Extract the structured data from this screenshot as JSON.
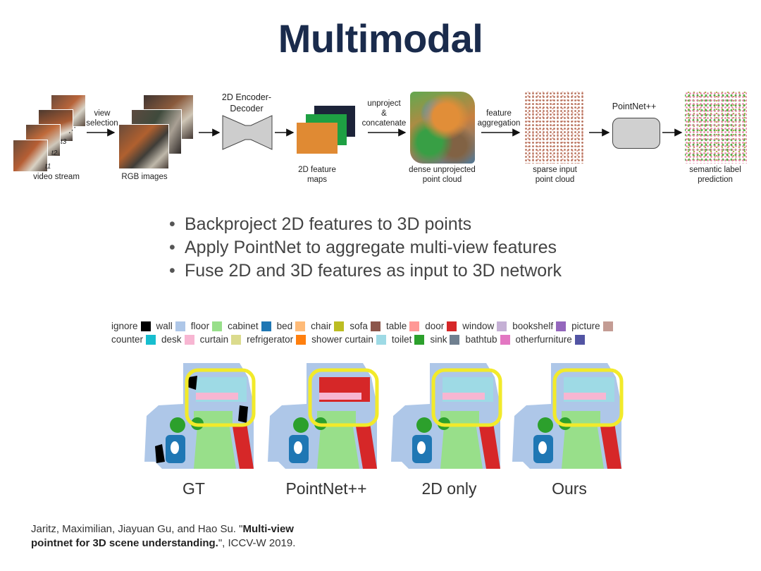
{
  "slide": {
    "title": "Multimodal"
  },
  "pipeline": {
    "video_stream": "video stream",
    "view_selection": [
      "view",
      "selection"
    ],
    "rgb_images": "RGB images",
    "encoder_decoder": [
      "2D Encoder-",
      "Decoder"
    ],
    "feature_maps": [
      "2D feature",
      "maps"
    ],
    "unproject": [
      "unproject",
      "&",
      "concatenate"
    ],
    "dense_cloud": [
      "dense unprojected",
      "point cloud"
    ],
    "feature_aggregation": [
      "feature",
      "aggregation"
    ],
    "sparse_cloud": [
      "sparse input",
      "point cloud"
    ],
    "pointnet": "PointNet++",
    "semantic": [
      "semantic label",
      "prediction"
    ],
    "time_labels": [
      "t1",
      "t2",
      "t3"
    ]
  },
  "bullets": [
    "Backproject 2D features to 3D points",
    "Apply PointNet to aggregate multi-view features",
    "Fuse 2D and 3D features as input to 3D network"
  ],
  "legend": {
    "row1": [
      {
        "label": "ignore",
        "color": "#000000"
      },
      {
        "label": "wall",
        "color": "#aec7e8"
      },
      {
        "label": "floor",
        "color": "#98df8a"
      },
      {
        "label": "cabinet",
        "color": "#1f77b4"
      },
      {
        "label": "bed",
        "color": "#ffbb78"
      },
      {
        "label": "chair",
        "color": "#bcbd22"
      },
      {
        "label": "sofa",
        "color": "#8c564b"
      },
      {
        "label": "table",
        "color": "#ff9896"
      },
      {
        "label": "door",
        "color": "#d62728"
      },
      {
        "label": "window",
        "color": "#c5b0d5"
      },
      {
        "label": "bookshelf",
        "color": "#9467bd"
      },
      {
        "label": "picture",
        "color": "#c49c94"
      }
    ],
    "row2": [
      {
        "label": "counter",
        "color": "#17becf"
      },
      {
        "label": "desk",
        "color": "#f7b6d2"
      },
      {
        "label": "curtain",
        "color": "#dbdb8d"
      },
      {
        "label": "refrigerator",
        "color": "#ff7f0e"
      },
      {
        "label": "shower curtain",
        "color": "#9edae5"
      },
      {
        "label": "toilet",
        "color": "#2ca02c"
      },
      {
        "label": "sink",
        "color": "#708090"
      },
      {
        "label": "bathtub",
        "color": "#e377c2"
      },
      {
        "label": "otherfurniture",
        "color": "#5254a3"
      }
    ]
  },
  "results": {
    "captions": [
      "GT",
      "PointNet++",
      "2D only",
      "Ours"
    ],
    "highlight_color": "#f2ea2a"
  },
  "citation": {
    "authors": "Jaritz, Maximilian, Jiayuan Gu, and Hao Su. \"",
    "title_part1": "Multi-view",
    "title_part2": "pointnet for 3D scene understanding.",
    "venue": "\", ICCV-W 2019."
  }
}
